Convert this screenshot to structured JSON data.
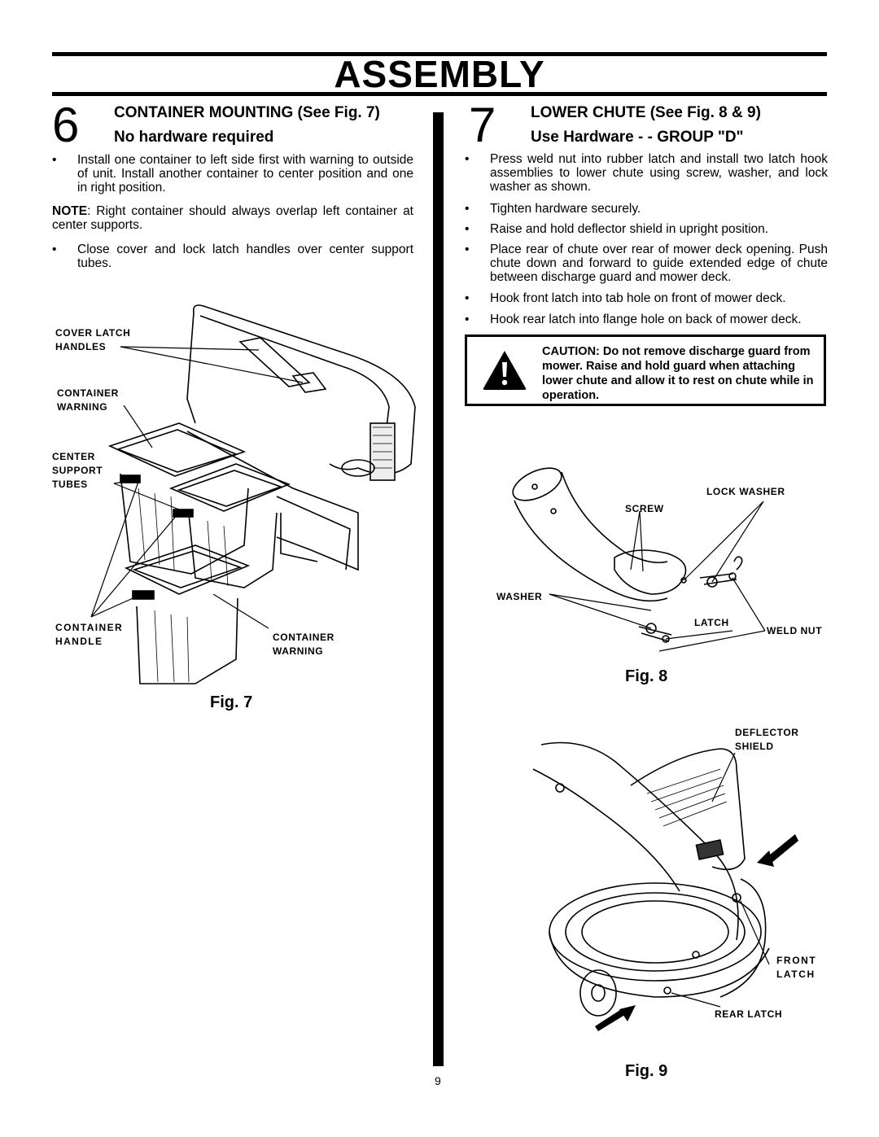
{
  "title": "ASSEMBLY",
  "step6": {
    "number": "6",
    "heading1": "CONTAINER MOUNTING (See Fig. 7)",
    "heading2": "No hardware required",
    "bullets": [
      "Install one container to left side first with warning to outside of unit. Install another container to center position and one in right position.",
      "Close cover and lock latch handles over center support tubes."
    ],
    "note_label": "NOTE",
    "note_text": ": Right container should always overlap left container at  center supports."
  },
  "step7": {
    "number": "7",
    "heading1": "LOWER CHUTE (See Fig. 8 & 9)",
    "heading2": "Use Hardware - - GROUP \"D\"",
    "bullets": [
      "Press weld nut into rubber latch and install two latch hook assemblies to lower chute using screw, washer, and  lock washer as shown.",
      "Tighten hardware securely.",
      "Raise and hold deflector shield in upright position.",
      "Place rear of chute over rear of mower deck opening. Push chute down and forward to guide extended edge of chute between discharge guard and mower deck.",
      "Hook front latch into tab hole on front of mower deck.",
      "Hook rear latch into flange hole on back of mower deck."
    ],
    "caution": "CAUTION: Do not remove discharge guard from mower. Raise and hold guard when attaching lower chute and allow it to rest on chute while in operation."
  },
  "fig7": {
    "caption": "Fig. 7",
    "labels": {
      "cover_latch_handles": "COVER  LATCH\nHANDLES",
      "container_warning_top": "CONTAINER\nWARNING",
      "center_support_tubes": "CENTER\nSUPPORT\nTUBES",
      "container_handle": "CONTAINER\nHANDLE",
      "container_warning_bottom": "CONTAINER\nWARNING"
    }
  },
  "fig8": {
    "caption": "Fig. 8",
    "labels": {
      "lock_washer": "LOCK  WASHER",
      "screw": "SCREW",
      "washer": "WASHER",
      "latch": "LATCH",
      "weld_nut": "WELD  NUT"
    }
  },
  "fig9": {
    "caption": "Fig. 9",
    "labels": {
      "deflector_shield": "DEFLECTOR\nSHIELD",
      "front_latch": "FRONT\nLATCH",
      "rear_latch": "REAR  LATCH"
    }
  },
  "page_number": "9"
}
